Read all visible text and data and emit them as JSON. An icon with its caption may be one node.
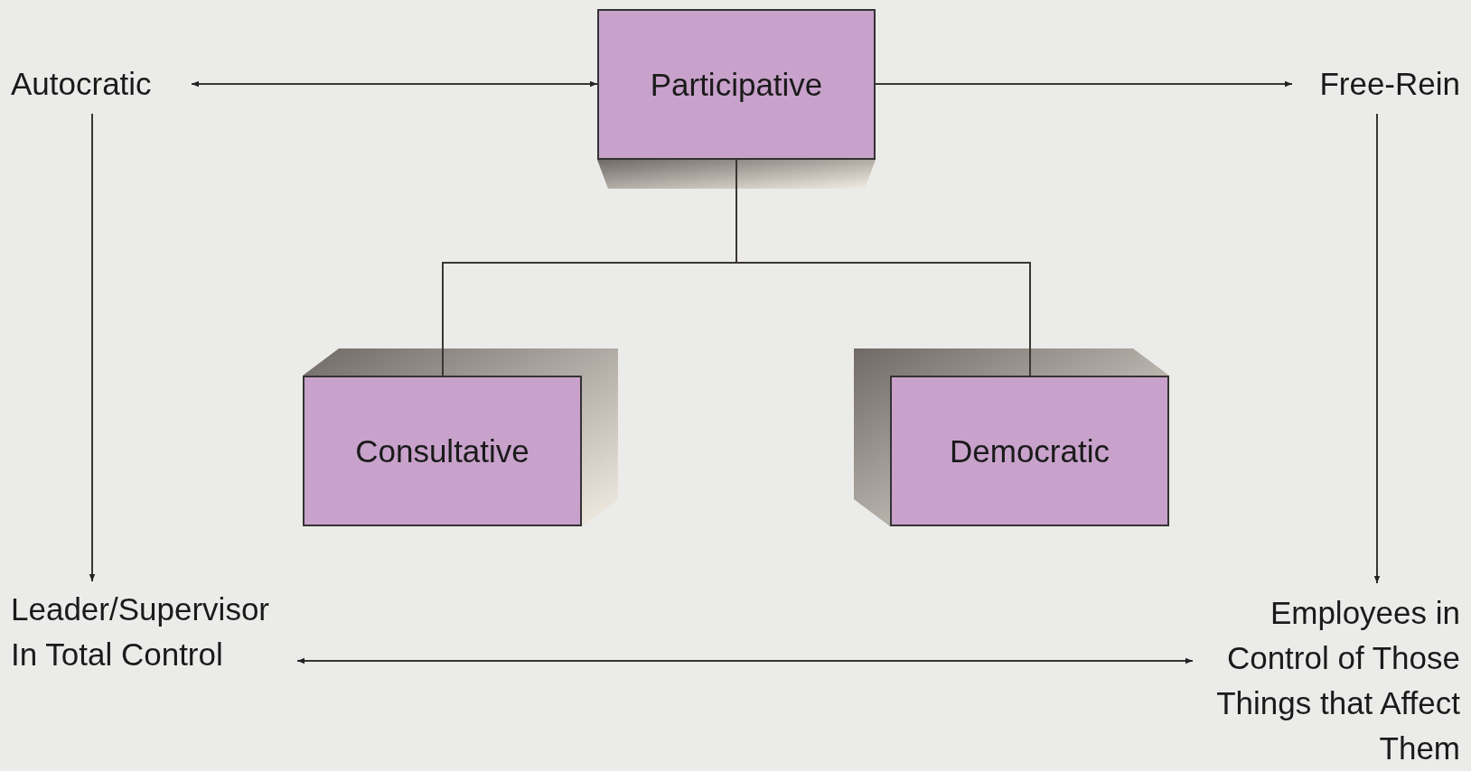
{
  "diagram": {
    "nodes": [
      {
        "text": [
          "Autocratic"
        ]
      },
      {
        "text": [
          "Participative"
        ]
      },
      {
        "text": [
          "Free-Rein"
        ]
      },
      {
        "text": [
          "Consultative"
        ]
      },
      {
        "text": [
          "Democratic"
        ]
      },
      {
        "text": [
          "Leader/Supervisor In Total Control"
        ]
      },
      {
        "text": [
          "Employees in Control of Those Things that Affect Them"
        ]
      }
    ],
    "edges": [
      {
        "from": 0,
        "to": 1,
        "arrow": "both"
      },
      {
        "from": 1,
        "to": 2,
        "arrow": "to"
      },
      {
        "from": 1,
        "to": 3,
        "arrow": "none"
      },
      {
        "from": 1,
        "to": 4,
        "arrow": "none"
      },
      {
        "from": 0,
        "to": 5,
        "arrow": "to"
      },
      {
        "from": 2,
        "to": 6,
        "arrow": "to"
      },
      {
        "from": 5,
        "to": 6,
        "arrow": "both"
      }
    ]
  }
}
